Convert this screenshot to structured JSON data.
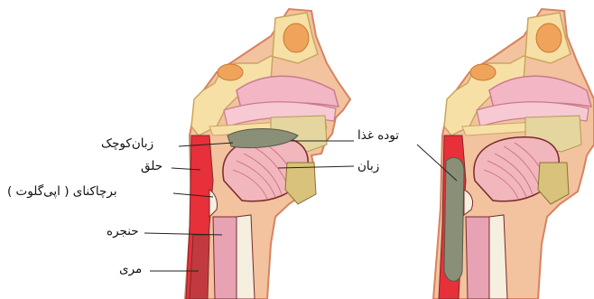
{
  "labels": {
    "uvula": "زبان‌کوچک",
    "pharynx": "حلق",
    "epiglottis": "برچاکنای ( اپی‌گلوت )",
    "larynx": "حنجره",
    "esophagus": "مری",
    "bolus": "توده غذا",
    "tongue": "زبان"
  },
  "colors": {
    "skin": "#f2c39e",
    "skin_outline": "#d9825f",
    "bone": "#f7e0a6",
    "sinus": "#f0a35a",
    "nasal_mucosa": "#f3b6c4",
    "tongue": "#f2b6bd",
    "tongue_lines": "#c86a78",
    "mucosa_red": "#e8303a",
    "jaw_bone": "#e5d6a0",
    "bolus": "#8a8f78",
    "trachea": "#e7a2b3",
    "dark_outline": "#7a2a2a"
  }
}
